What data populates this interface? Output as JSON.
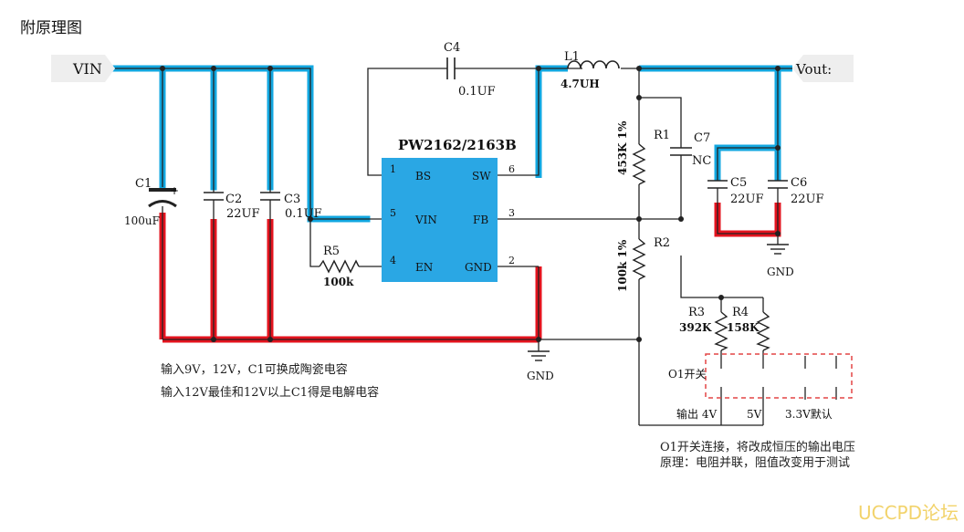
{
  "title": "附原理图",
  "chip": {
    "name": "PW2162/2163B",
    "pins": {
      "bs": "BS",
      "sw": "SW",
      "vin": "VIN",
      "fb": "FB",
      "en": "EN",
      "gnd": "GND"
    },
    "pin_numbers": {
      "bs": "1",
      "sw": "6",
      "vin": "5",
      "fb": "3",
      "en": "4",
      "gnd": "2"
    }
  },
  "terminals": {
    "vin": "VIN",
    "vout": "Vout:"
  },
  "components": {
    "c1": {
      "ref": "C1",
      "value": "100uF",
      "polarity": "+"
    },
    "c2": {
      "ref": "C2",
      "value": "22UF"
    },
    "c3": {
      "ref": "C3",
      "value": "0.1UF"
    },
    "c4": {
      "ref": "C4",
      "value": "0.1UF"
    },
    "l1": {
      "ref": "L1",
      "value": "4.7UH"
    },
    "r1": {
      "ref": "R1",
      "value": "453K 1%"
    },
    "r2": {
      "ref": "R2",
      "value": "100k 1%"
    },
    "c7": {
      "ref": "C7",
      "value": "NC"
    },
    "c5": {
      "ref": "C5",
      "value": "22UF"
    },
    "c6": {
      "ref": "C6",
      "value": "22UF"
    },
    "r5": {
      "ref": "R5",
      "value": "100k"
    },
    "r3": {
      "ref": "R3",
      "value": "392K"
    },
    "r4": {
      "ref": "R4",
      "value": "158K"
    }
  },
  "gnd_labels": {
    "main": "GND",
    "out": "GND"
  },
  "switch": {
    "label": "O1开关",
    "outputs": [
      "输出 4V",
      "5V",
      "3.3V默认"
    ]
  },
  "notes": {
    "input_1": "输入9V，12V，C1可换成陶瓷电容",
    "input_2": "输入12V最佳和12V以上C1得是电解电容",
    "switch_1": "O1开关连接，将改成恒压的输出电压",
    "switch_2": "原理：电阻并联，阻值改变用于测试"
  },
  "watermark": {
    "text": "UCCPD论坛"
  },
  "colors": {
    "blue_net": "#12a7e0",
    "red_net": "#e3131e",
    "chip": "#2aa7e4",
    "wire": "#222222",
    "switch_box": "#e34545"
  }
}
